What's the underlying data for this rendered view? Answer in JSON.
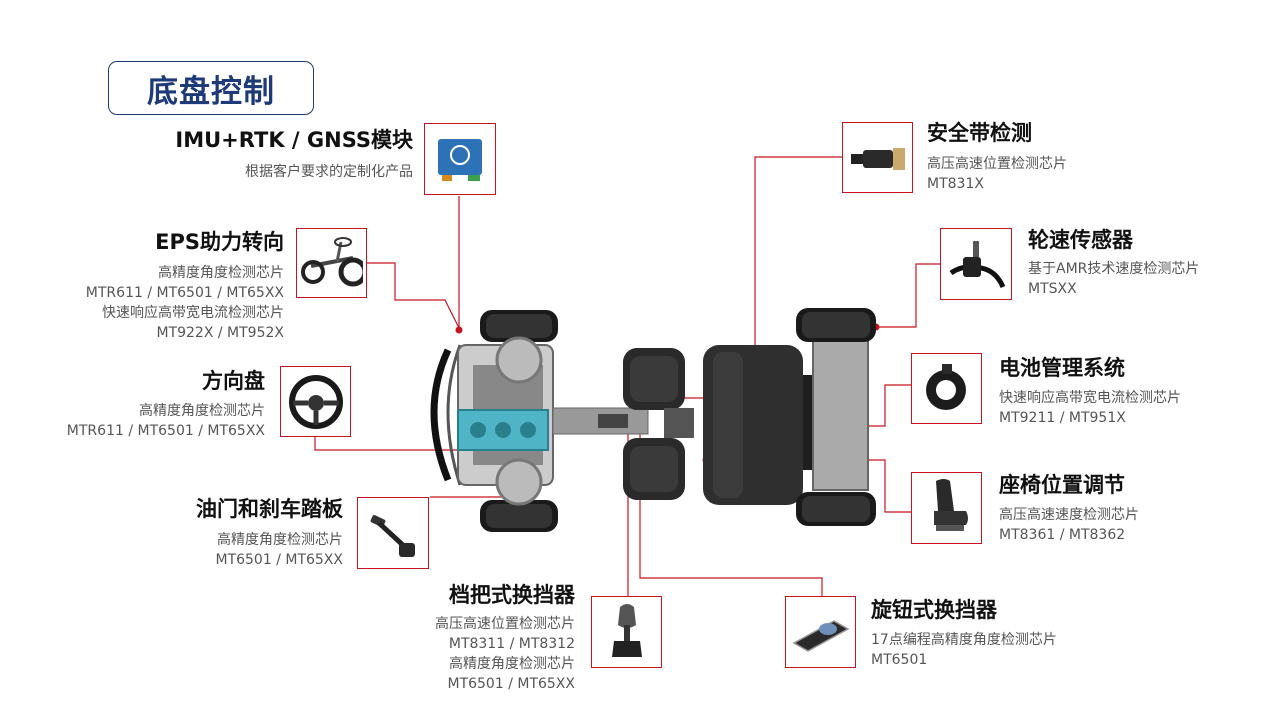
{
  "title": "底盘控制",
  "items": [
    {
      "id": "imu",
      "title": "IMU+RTK / GNSS模块",
      "lines": [
        "根据客户要求的定制化产品"
      ],
      "icon": "imu-module-icon"
    },
    {
      "id": "eps",
      "title": "EPS助力转向",
      "lines": [
        "高精度角度检测芯片",
        "MTR611 / MT6501 / MT65XX",
        "快速响应高带宽电流检测芯片",
        "MT922X / MT952X"
      ],
      "icon": "steering-rack-icon"
    },
    {
      "id": "wheel",
      "title": "方向盘",
      "lines": [
        "高精度角度检测芯片",
        "MTR611 / MT6501 / MT65XX"
      ],
      "icon": "steering-wheel-icon"
    },
    {
      "id": "pedal",
      "title": "油门和刹车踏板",
      "lines": [
        "高精度角度检测芯片",
        "MT6501 / MT65XX"
      ],
      "icon": "pedal-icon"
    },
    {
      "id": "shifter",
      "title": "档把式换挡器",
      "lines": [
        "高压高速位置检测芯片",
        "MT8311 / MT8312",
        "高精度角度检测芯片",
        "MT6501 / MT65XX"
      ],
      "icon": "gear-lever-icon"
    },
    {
      "id": "seatbelt",
      "title": "安全带检测",
      "lines": [
        "高压高速位置检测芯片",
        "MT831X"
      ],
      "icon": "seatbelt-buckle-icon"
    },
    {
      "id": "wheelspeed",
      "title": "轮速传感器",
      "lines": [
        "基于AMR技术速度检测芯片",
        "MTSXX"
      ],
      "icon": "wheel-speed-sensor-icon"
    },
    {
      "id": "battery",
      "title": "电池管理系统",
      "lines": [
        "快速响应高带宽电流检测芯片",
        "MT9211 / MT951X"
      ],
      "icon": "current-sensor-ring-icon"
    },
    {
      "id": "seat",
      "title": "座椅位置调节",
      "lines": [
        "高压高速速度检测芯片",
        "MT8361 / MT8362"
      ],
      "icon": "car-seat-icon"
    },
    {
      "id": "knob",
      "title": "旋钮式换挡器",
      "lines": [
        "17点编程高精度角度检测芯片",
        "MT6501"
      ],
      "icon": "rotary-knob-icon"
    }
  ],
  "colors": {
    "title": "#1f3a78",
    "accent": "#c8141e"
  }
}
